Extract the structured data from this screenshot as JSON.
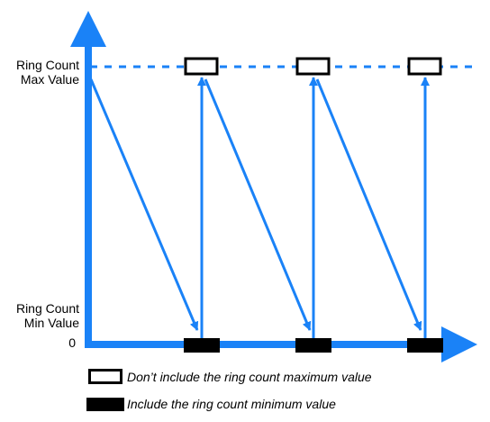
{
  "axis_labels": {
    "max_line1": "Ring Count",
    "max_line2": "Max Value",
    "min_line1": "Ring Count",
    "min_line2": "Min Value",
    "zero": "0"
  },
  "legend": {
    "open_box": {
      "label": "Don’t include the ring count maximum value",
      "icon": "hollow-rectangle-icon"
    },
    "filled_box": {
      "label": "Include the ring count minimum value",
      "icon": "filled-rectangle-icon"
    }
  },
  "colors": {
    "accent": "#1a82f7",
    "marker": "#000000",
    "background": "#ffffff"
  }
}
